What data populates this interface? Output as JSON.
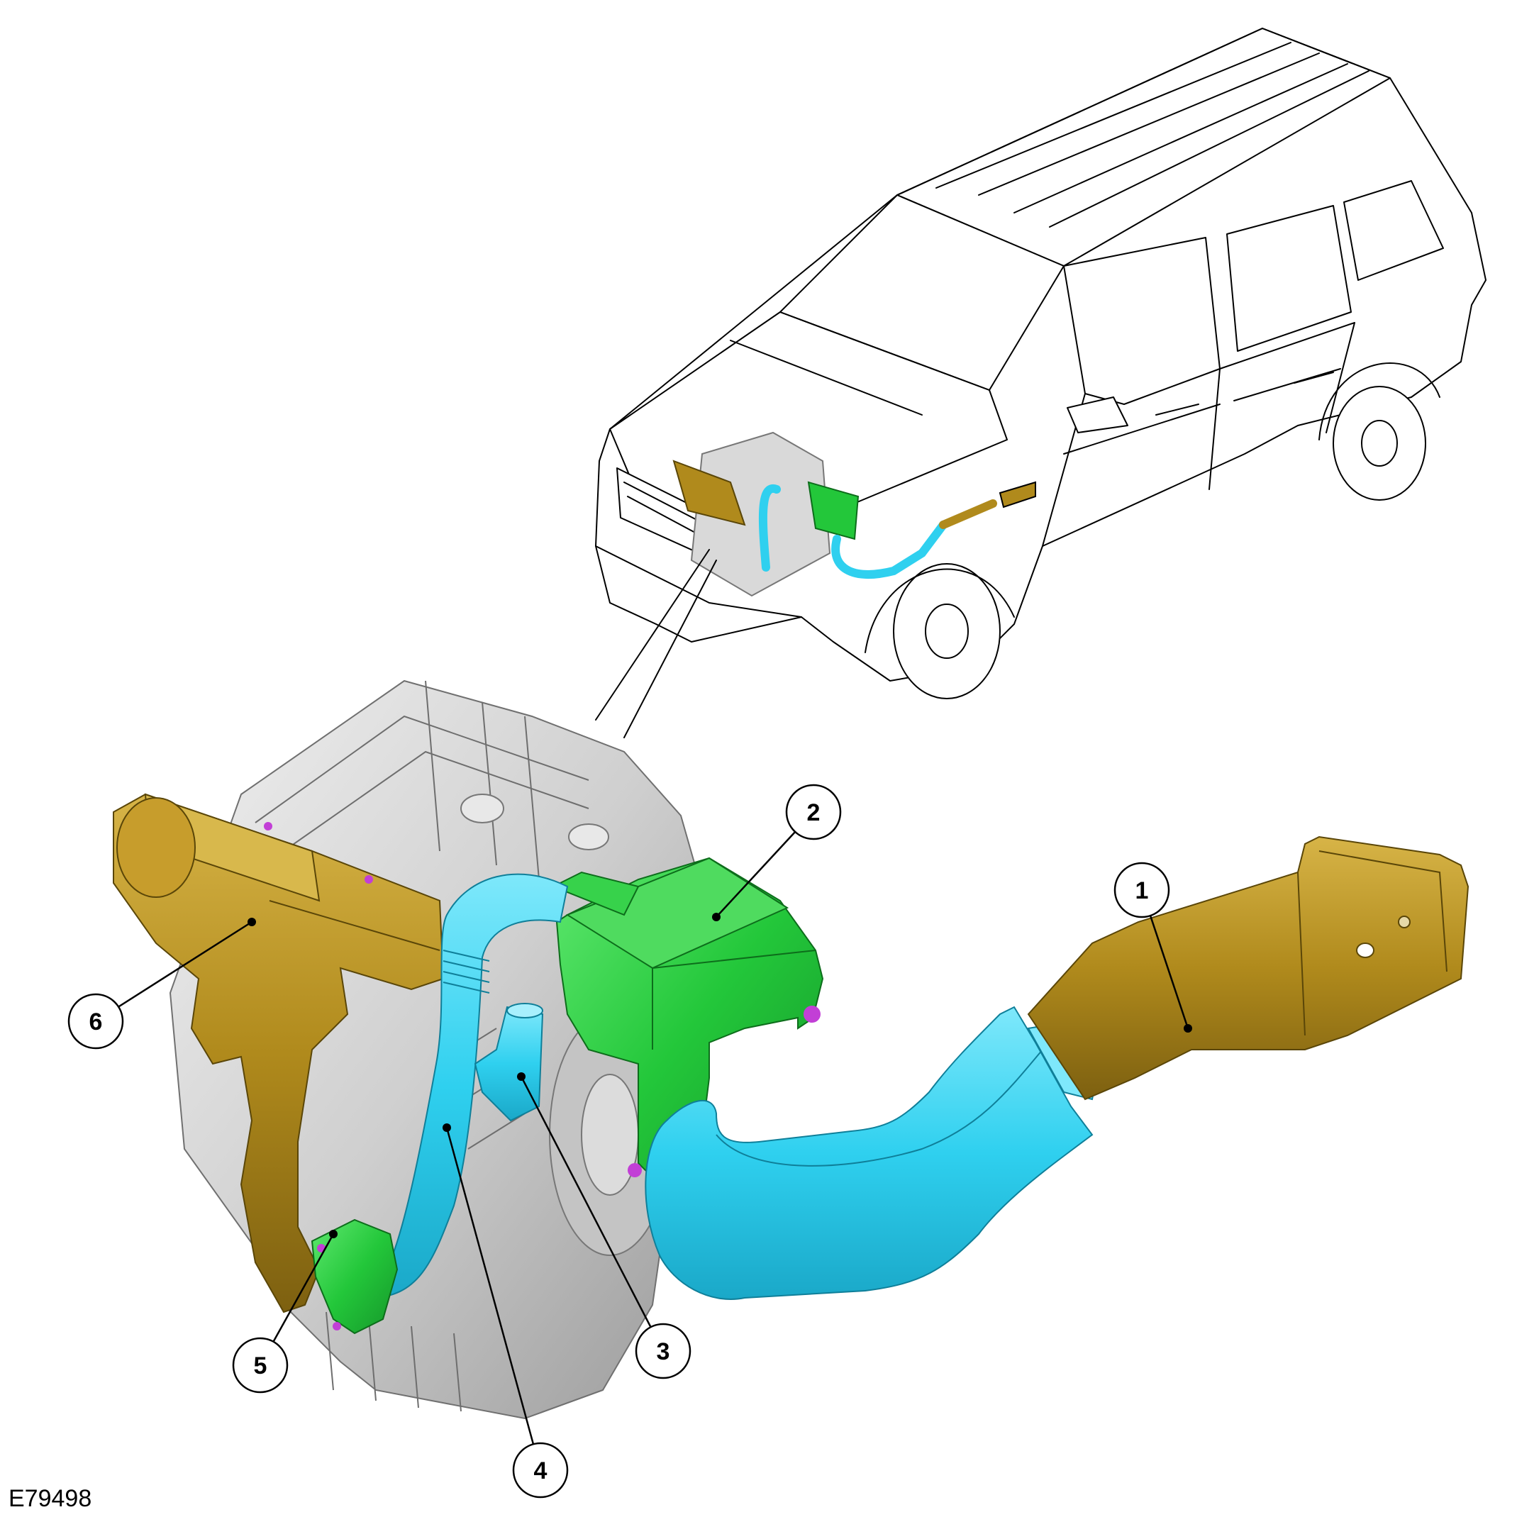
{
  "reference_code": "E79498",
  "colors": {
    "intake_blue": "#2fd0ef",
    "air_box_green": "#23c73a",
    "manifold_bronze": "#b08a1c",
    "engine_gray": "#cfcfcf",
    "fastener_magenta": "#c23fd6"
  },
  "callouts": [
    {
      "id": "1",
      "label": "1"
    },
    {
      "id": "2",
      "label": "2"
    },
    {
      "id": "3",
      "label": "3"
    },
    {
      "id": "4",
      "label": "4"
    },
    {
      "id": "5",
      "label": "5"
    },
    {
      "id": "6",
      "label": "6"
    }
  ]
}
